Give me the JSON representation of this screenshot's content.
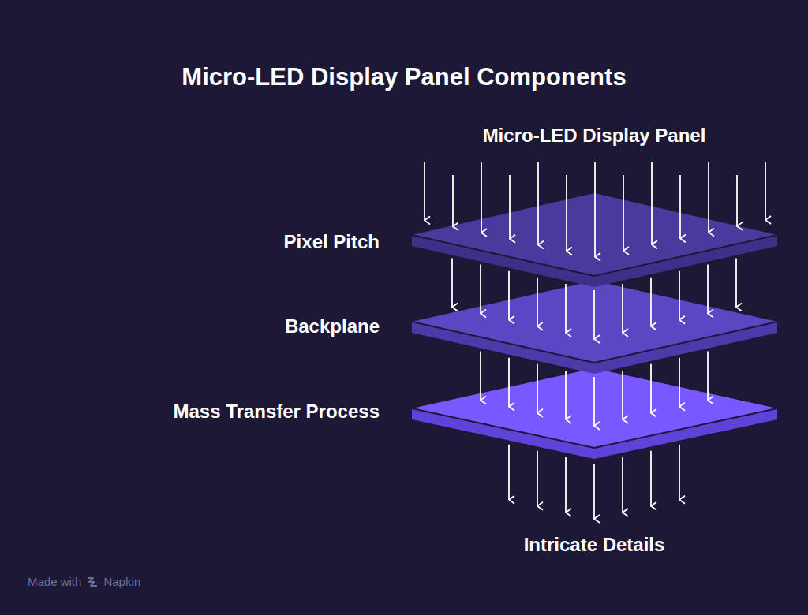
{
  "diagram": {
    "title": "Micro-LED Display Panel Components",
    "labels": [
      "Micro-LED Display Panel",
      "Pixel Pitch",
      "Backplane",
      "Mass Transfer Process",
      "Intricate Details",
      "Made with",
      "Napkin"
    ]
  }
}
